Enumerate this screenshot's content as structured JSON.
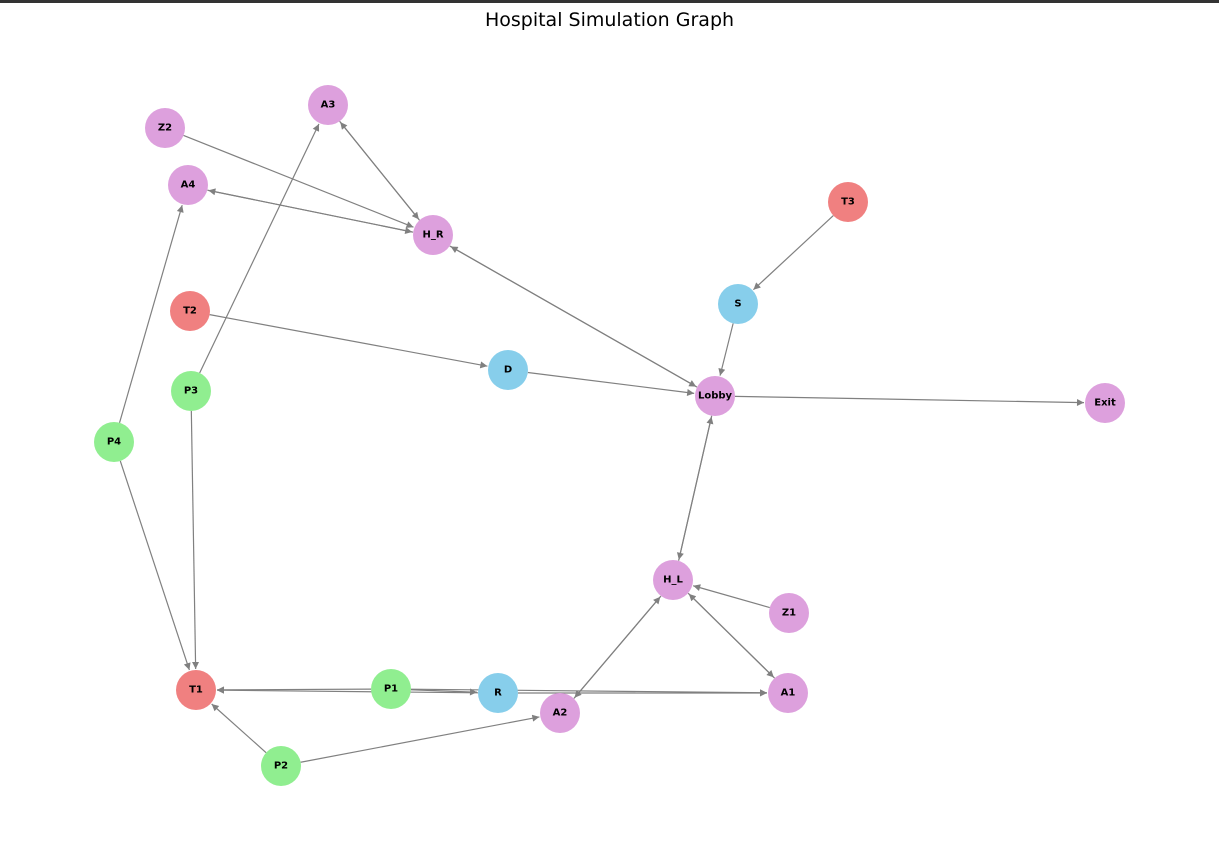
{
  "window": {
    "title": "Hospital Simulation Graph"
  },
  "legend_colors": {
    "area": "#dda0dd",
    "resource": "#87ceeb",
    "patient": "#90ee90",
    "trigger": "#f08080",
    "edge": "#808080"
  },
  "nodes": [
    {
      "id": "A3",
      "label": "A3",
      "kind": "area"
    },
    {
      "id": "Z2",
      "label": "Z2",
      "kind": "area"
    },
    {
      "id": "A4",
      "label": "A4",
      "kind": "area"
    },
    {
      "id": "H_R",
      "label": "H_R",
      "kind": "area"
    },
    {
      "id": "T3",
      "label": "T3",
      "kind": "trigger"
    },
    {
      "id": "S",
      "label": "S",
      "kind": "resource"
    },
    {
      "id": "T2",
      "label": "T2",
      "kind": "trigger"
    },
    {
      "id": "D",
      "label": "D",
      "kind": "resource"
    },
    {
      "id": "P3",
      "label": "P3",
      "kind": "patient"
    },
    {
      "id": "Lobby",
      "label": "Lobby",
      "kind": "area"
    },
    {
      "id": "Exit",
      "label": "Exit",
      "kind": "area"
    },
    {
      "id": "P4",
      "label": "P4",
      "kind": "patient"
    },
    {
      "id": "H_L",
      "label": "H_L",
      "kind": "area"
    },
    {
      "id": "Z1",
      "label": "Z1",
      "kind": "area"
    },
    {
      "id": "T1",
      "label": "T1",
      "kind": "trigger"
    },
    {
      "id": "P1",
      "label": "P1",
      "kind": "patient"
    },
    {
      "id": "R",
      "label": "R",
      "kind": "resource"
    },
    {
      "id": "A2",
      "label": "A2",
      "kind": "area"
    },
    {
      "id": "A1",
      "label": "A1",
      "kind": "area"
    },
    {
      "id": "P2",
      "label": "P2",
      "kind": "patient"
    }
  ],
  "edges": [
    {
      "from": "Z2",
      "to": "H_R"
    },
    {
      "from": "H_R",
      "to": "A3"
    },
    {
      "from": "A3",
      "to": "H_R"
    },
    {
      "from": "H_R",
      "to": "A4"
    },
    {
      "from": "A4",
      "to": "H_R"
    },
    {
      "from": "Lobby",
      "to": "H_R"
    },
    {
      "from": "H_R",
      "to": "Lobby"
    },
    {
      "from": "T3",
      "to": "S"
    },
    {
      "from": "S",
      "to": "Lobby"
    },
    {
      "from": "T2",
      "to": "D"
    },
    {
      "from": "D",
      "to": "Lobby"
    },
    {
      "from": "Lobby",
      "to": "Exit"
    },
    {
      "from": "Lobby",
      "to": "H_L"
    },
    {
      "from": "H_L",
      "to": "Lobby"
    },
    {
      "from": "Z1",
      "to": "H_L"
    },
    {
      "from": "H_L",
      "to": "A1"
    },
    {
      "from": "A1",
      "to": "H_L"
    },
    {
      "from": "A2",
      "to": "H_L"
    },
    {
      "from": "H_L",
      "to": "A2"
    },
    {
      "from": "P3",
      "to": "A3"
    },
    {
      "from": "P3",
      "to": "T1"
    },
    {
      "from": "P4",
      "to": "A4"
    },
    {
      "from": "P4",
      "to": "T1"
    },
    {
      "from": "P1",
      "to": "T1"
    },
    {
      "from": "P1",
      "to": "R"
    },
    {
      "from": "P1",
      "to": "A1"
    },
    {
      "from": "R",
      "to": "T1"
    },
    {
      "from": "R",
      "to": "A1"
    },
    {
      "from": "P2",
      "to": "T1"
    },
    {
      "from": "P2",
      "to": "A2"
    }
  ]
}
